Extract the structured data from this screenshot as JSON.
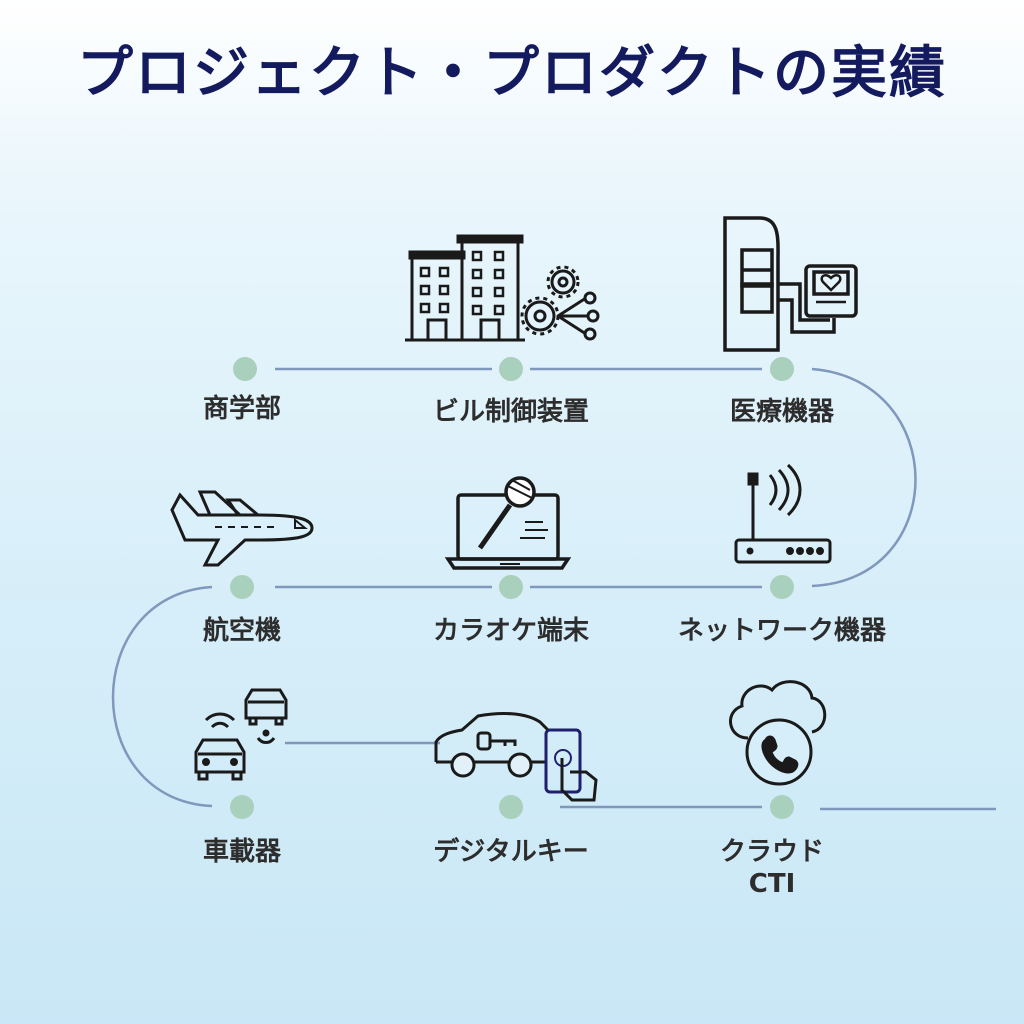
{
  "title": "プロジェクト・プロダクトの実績",
  "items": [
    {
      "label": "商学部",
      "icon": "none"
    },
    {
      "label": "ビル制御装置",
      "icon": "building-gears-icon"
    },
    {
      "label": "医療機器",
      "icon": "medical-device-icon"
    },
    {
      "label": "航空機",
      "icon": "airplane-icon"
    },
    {
      "label": "カラオケ端末",
      "icon": "karaoke-laptop-icon"
    },
    {
      "label": "ネットワーク機器",
      "icon": "router-icon"
    },
    {
      "label": "車載器",
      "icon": "connected-cars-icon"
    },
    {
      "label": "デジタルキー",
      "icon": "car-key-phone-icon"
    },
    {
      "label": "クラウド",
      "label2": "CTI",
      "icon": "cloud-phone-icon"
    }
  ],
  "colors": {
    "title": "#141a5e",
    "path": "#7f98bc",
    "dot": "#a8d0bc",
    "text": "#2d2d2d",
    "icon": "#1a1a1a"
  }
}
